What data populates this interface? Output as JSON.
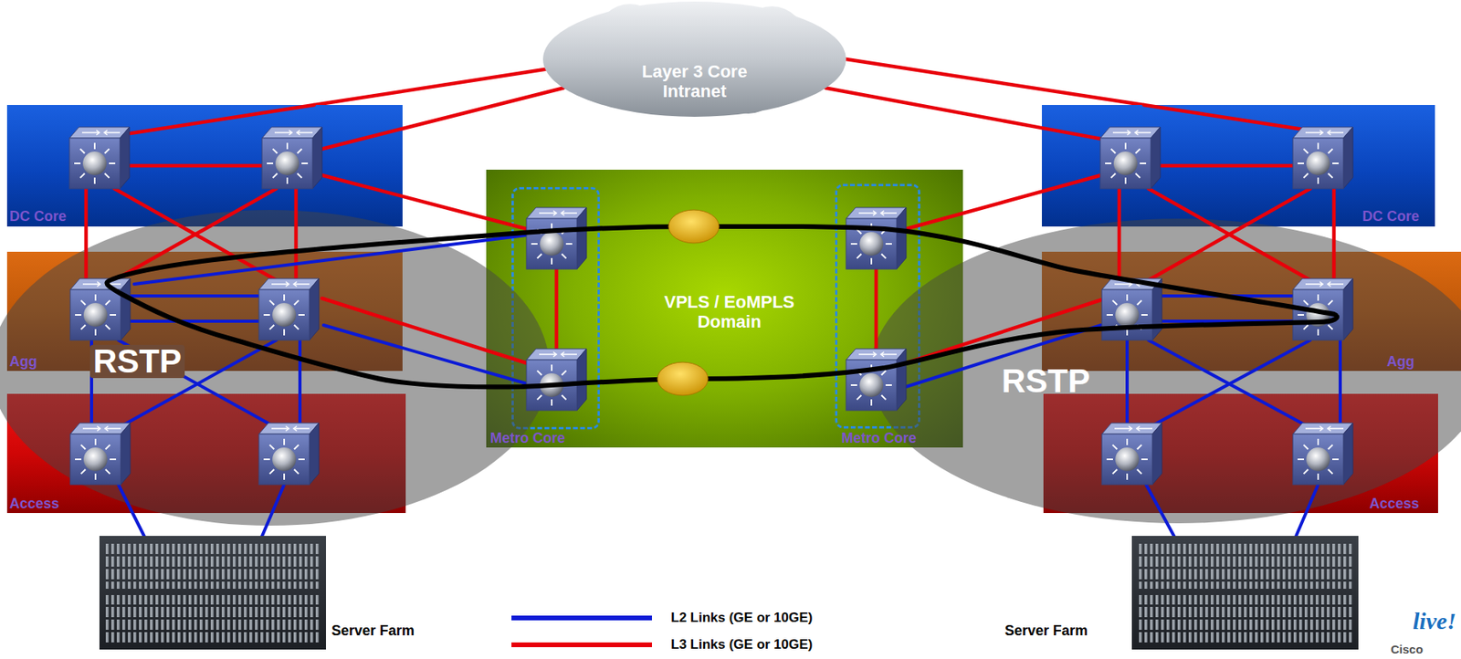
{
  "diagram": {
    "nodes": [
      {
        "text": [
          "Layer 3 Core Intranet"
        ]
      },
      {
        "text": [
          "DC Core"
        ]
      },
      {
        "text": [
          "Agg"
        ]
      },
      {
        "text": [
          "Access"
        ]
      },
      {
        "text": [
          "VPLS / EoMPLS Domain"
        ]
      },
      {
        "text": [
          "Metro Core"
        ],
        "in": 4
      },
      {
        "text": [
          "Metro Core"
        ],
        "in": 4
      },
      {
        "text": [
          "DC Core"
        ]
      },
      {
        "text": [
          "Agg"
        ]
      },
      {
        "text": [
          "Access"
        ]
      },
      {
        "text": [
          "RSTP"
        ]
      },
      {
        "text": [
          "RSTP"
        ]
      }
    ],
    "edges": [
      {
        "from": 0,
        "to": 1,
        "arrow": "none"
      },
      {
        "from": 0,
        "to": 1,
        "arrow": "none"
      },
      {
        "from": 0,
        "to": 7,
        "arrow": "none"
      },
      {
        "from": 0,
        "to": 7,
        "arrow": "none"
      }
    ],
    "labels": [
      "Server Farm",
      "Server Farm",
      "Cisco",
      "live!"
    ],
    "legend": [
      {
        "text": "L2 Links (GE or 10GE)"
      },
      {
        "text": "L3 Links (GE or 10GE)"
      }
    ]
  }
}
